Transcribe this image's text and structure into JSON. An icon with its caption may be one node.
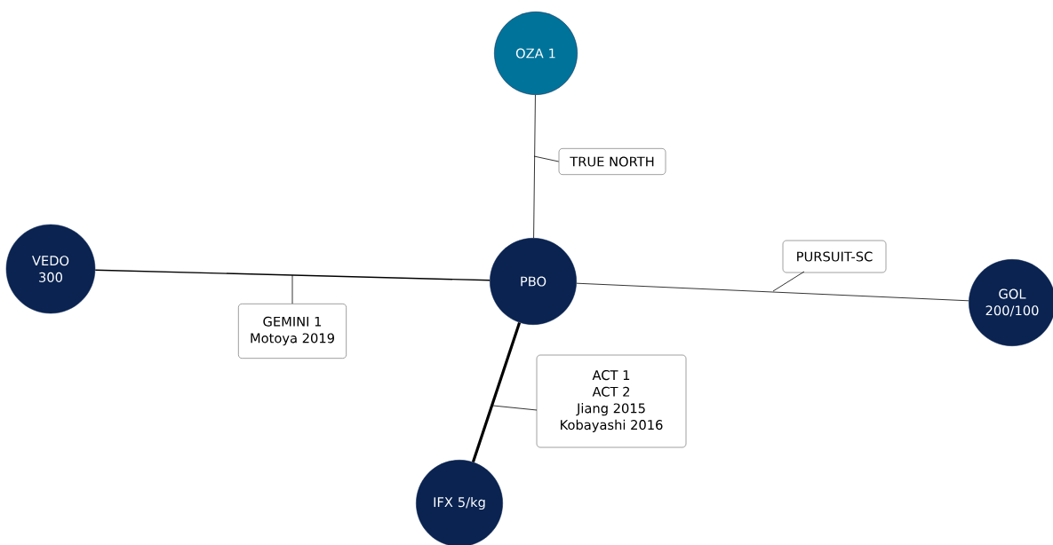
{
  "diagram": {
    "nodes": [
      {
        "text": [
          "OZA 1"
        ]
      },
      {
        "text": [
          "VEDO 300"
        ]
      },
      {
        "text": [
          "PBO"
        ]
      },
      {
        "text": [
          "GOL 200/100"
        ]
      },
      {
        "text": [
          "IFX 5/kg"
        ]
      },
      {
        "text": [
          "TRUE NORTH"
        ]
      },
      {
        "text": [
          "GEMINI 1",
          "Motoya 2019"
        ]
      },
      {
        "text": [
          "PURSUIT-SC"
        ]
      },
      {
        "text": [
          "ACT 1",
          "ACT 2",
          "Jiang 2015",
          "Kobayashi 2016"
        ]
      }
    ],
    "edges": [
      {
        "from": 2,
        "to": 0,
        "arrow": "none"
      },
      {
        "from": 1,
        "to": 2,
        "arrow": "none"
      },
      {
        "from": 2,
        "to": 3,
        "arrow": "none"
      },
      {
        "from": 2,
        "to": 4,
        "arrow": "none",
        "style": "thick"
      },
      {
        "from": 5,
        "to": null,
        "arrow": "none"
      },
      {
        "from": 6,
        "to": null,
        "arrow": "none"
      },
      {
        "from": 7,
        "to": null,
        "arrow": "none"
      },
      {
        "from": 8,
        "to": null,
        "arrow": "none"
      }
    ]
  }
}
